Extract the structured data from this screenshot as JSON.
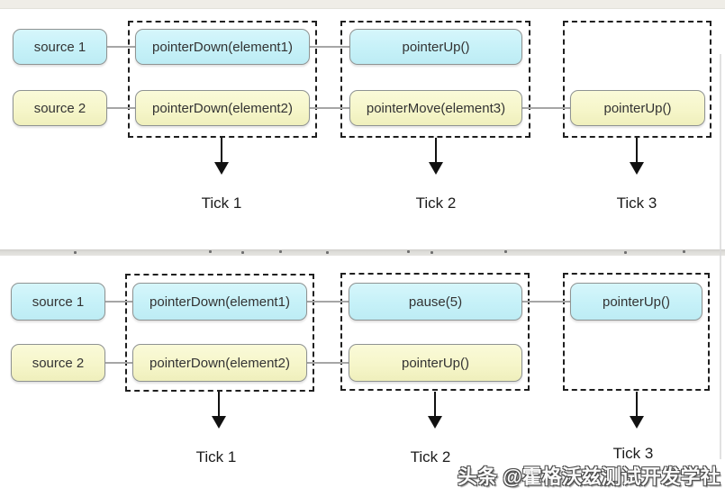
{
  "watermark": {
    "text": "头条 @霍格沃兹测试开发学社"
  },
  "colors": {
    "source_action_cyan": "#c6f1f8",
    "source_action_yellow": "#f6f6ca",
    "dashed_border": "#1f1f1f",
    "connector": "#a6a6a6",
    "top_band": "#efede7"
  },
  "diagrams": [
    {
      "id": "tick-sequence-top",
      "sources": [
        {
          "label": "source 1"
        },
        {
          "label": "source 2"
        }
      ],
      "ticks": [
        {
          "label": "Tick 1",
          "row1": "pointerDown(element1)",
          "row2": "pointerDown(element2)"
        },
        {
          "label": "Tick 2",
          "row1": "pointerUp()",
          "row2": "pointerMove(element3)"
        },
        {
          "label": "Tick 3",
          "row1": "",
          "row2": "pointerUp()"
        }
      ]
    },
    {
      "id": "tick-sequence-bottom",
      "sources": [
        {
          "label": "source 1"
        },
        {
          "label": "source 2"
        }
      ],
      "ticks": [
        {
          "label": "Tick 1",
          "row1": "pointerDown(element1)",
          "row2": "pointerDown(element2)"
        },
        {
          "label": "Tick 2",
          "row1": "pause(5)",
          "row2": "pointerUp()"
        },
        {
          "label": "Tick 3",
          "row1": "pointerUp()",
          "row2": ""
        }
      ]
    }
  ]
}
